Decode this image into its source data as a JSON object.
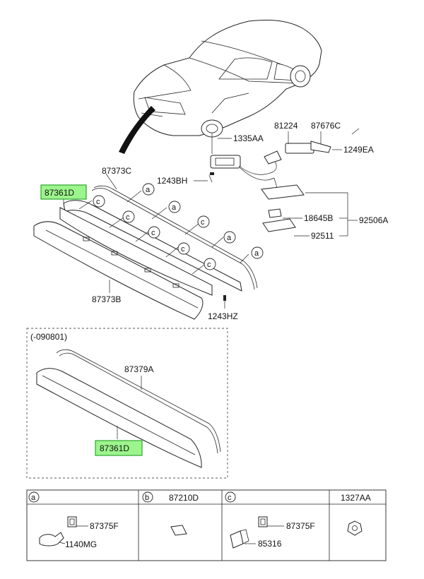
{
  "part_labels": {
    "p1335AA": "1335AA",
    "p81224": "81224",
    "p87676C": "87676C",
    "p1249EA": "1249EA",
    "p87373C": "87373C",
    "p1243BH": "1243BH",
    "p87361D_top": "87361D",
    "p18645B": "18645B",
    "p92506A": "92506A",
    "p92511": "92511",
    "p87373B": "87373B",
    "p1243HZ": "1243HZ",
    "p87379A": "87379A",
    "p87361D_bottom": "87361D"
  },
  "highlighted_part": "87361D",
  "colors": {
    "highlight_fill": "#9cf58c",
    "highlight_stroke": "#2fa52f"
  },
  "callout_letters": {
    "a": "a",
    "b": "b",
    "c": "c"
  },
  "variant_box": {
    "label": "(-090801)"
  },
  "legend": {
    "col_a": {
      "letter": "a",
      "parts": [
        "87375F",
        "1140MG"
      ]
    },
    "col_b": {
      "letter": "b",
      "header": "87210D"
    },
    "col_c": {
      "letter": "c",
      "parts": [
        "87375F",
        "85316"
      ]
    },
    "col_d": {
      "header": "1327AA"
    }
  }
}
